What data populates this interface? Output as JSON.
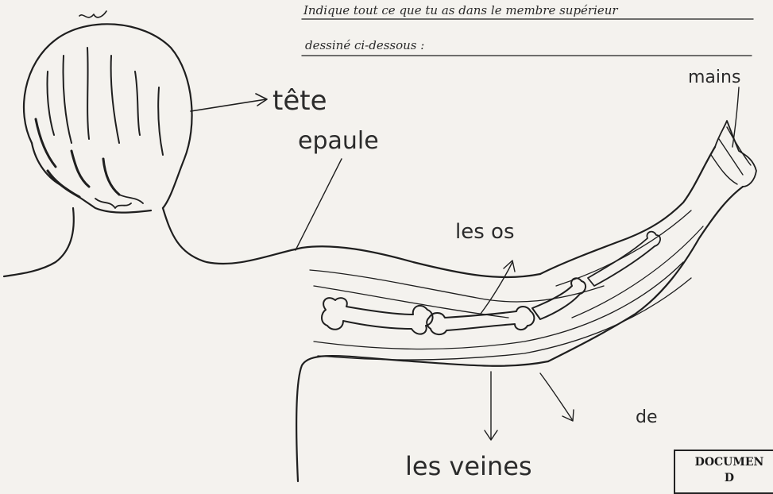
{
  "instruction": {
    "line1": "Indique tout ce que tu as dans le membre supérieur",
    "line2": "dessiné ci-dessous :"
  },
  "labels": {
    "tete": "tête",
    "epaule": "epaule",
    "mains": "mains",
    "os": "les os",
    "veines": "les veines",
    "de": "de"
  },
  "document_box": {
    "title": "DOCUMEN",
    "letter": "D"
  }
}
